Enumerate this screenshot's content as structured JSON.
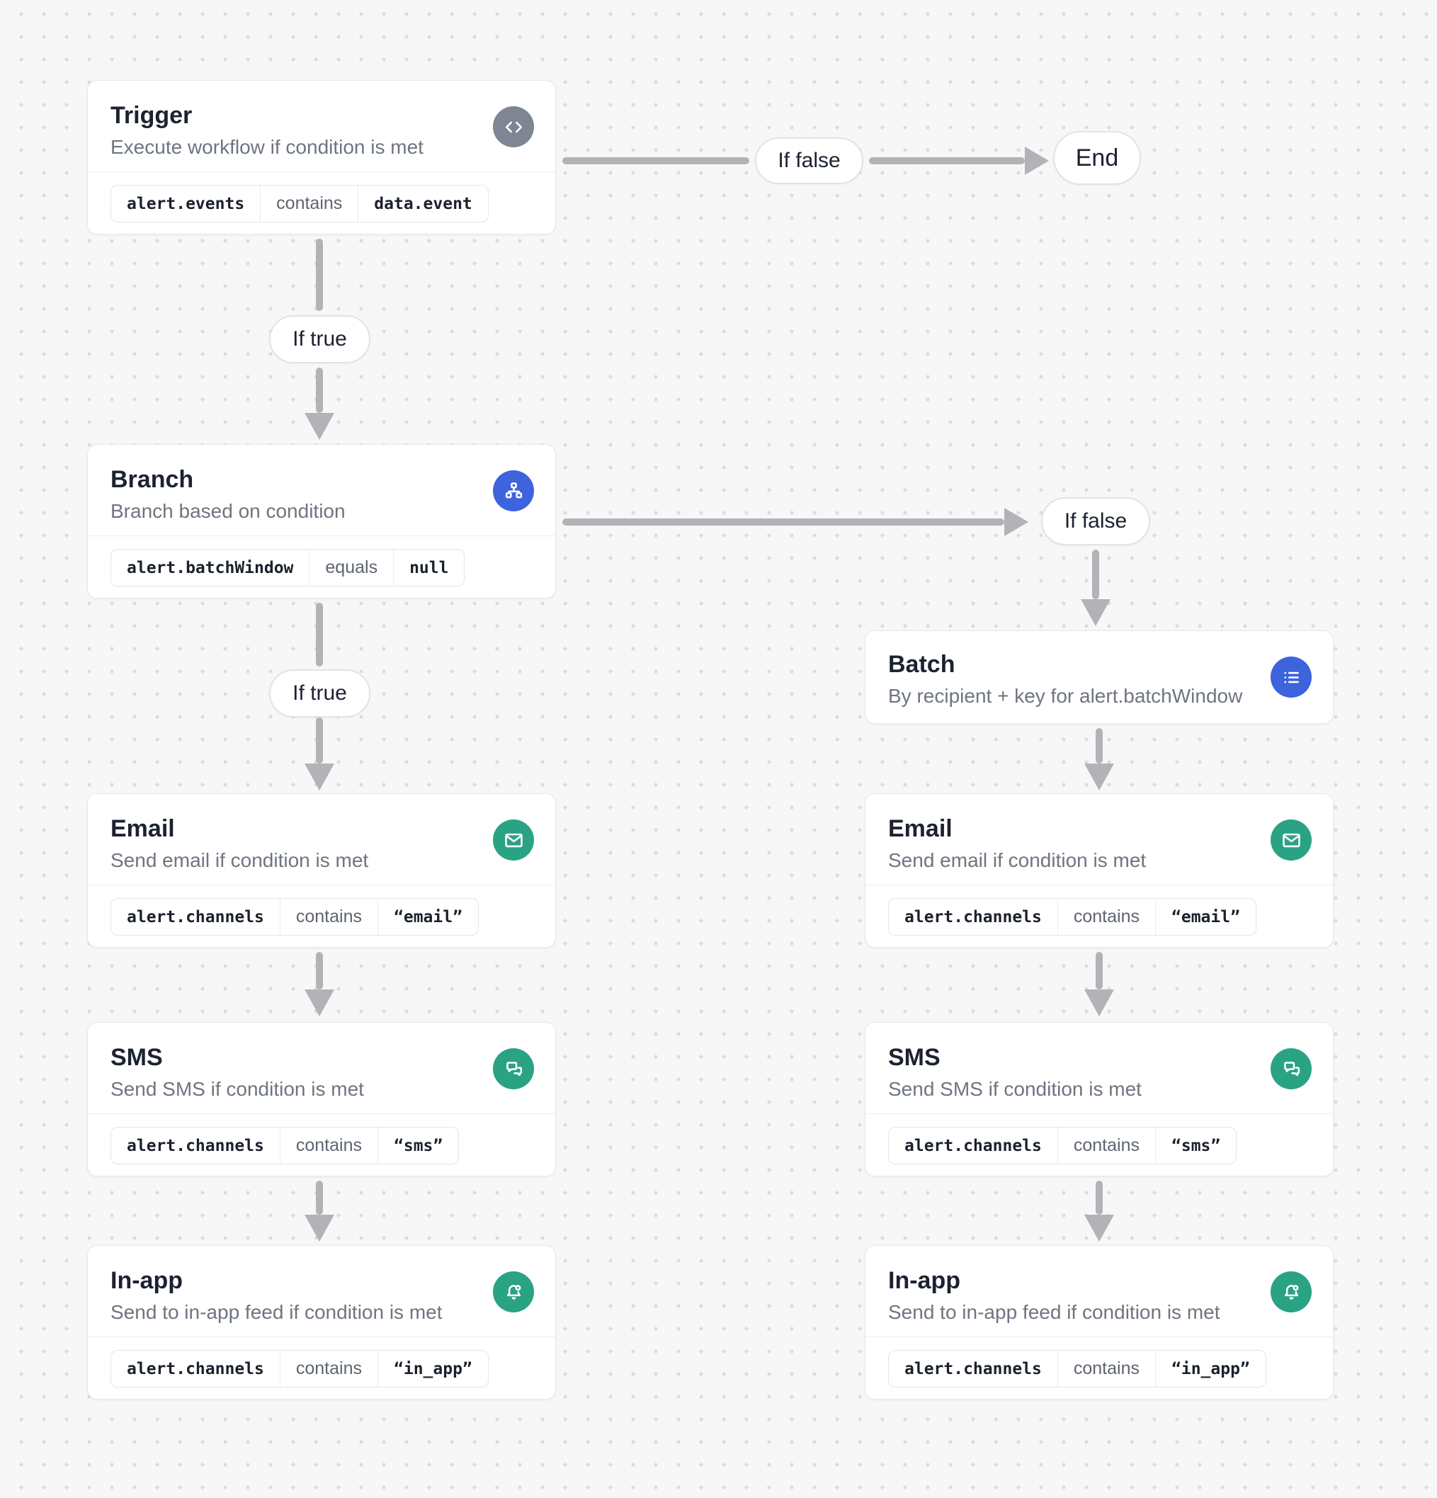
{
  "labels": {
    "if_true": "If true",
    "if_false": "If false",
    "end": "End"
  },
  "nodes": {
    "trigger": {
      "title": "Trigger",
      "subtitle": "Execute workflow if condition is met",
      "icon": "code-icon",
      "condition": {
        "field": "alert.events",
        "operator": "contains",
        "value": "data.event"
      }
    },
    "branch": {
      "title": "Branch",
      "subtitle": "Branch based on condition",
      "icon": "branch-icon",
      "condition": {
        "field": "alert.batchWindow",
        "operator": "equals",
        "value": "null"
      }
    },
    "batch": {
      "title": "Batch",
      "subtitle": "By recipient + key for alert.batchWindow",
      "icon": "list-icon"
    },
    "email": {
      "title": "Email",
      "subtitle": "Send email if condition is met",
      "icon": "envelope-icon",
      "condition": {
        "field": "alert.channels",
        "operator": "contains",
        "value": "“email”"
      }
    },
    "sms": {
      "title": "SMS",
      "subtitle": "Send SMS if condition is met",
      "icon": "chat-icon",
      "condition": {
        "field": "alert.channels",
        "operator": "contains",
        "value": "“sms”"
      }
    },
    "inapp": {
      "title": "In-app",
      "subtitle": "Send to in-app feed if condition is met",
      "icon": "bell-icon",
      "condition": {
        "field": "alert.channels",
        "operator": "contains",
        "value": "“in_app”"
      }
    }
  },
  "colors": {
    "blue": "#3d63dd",
    "green": "#29a383",
    "gray": "#7d8692",
    "arrow": "#b1b3b7"
  }
}
